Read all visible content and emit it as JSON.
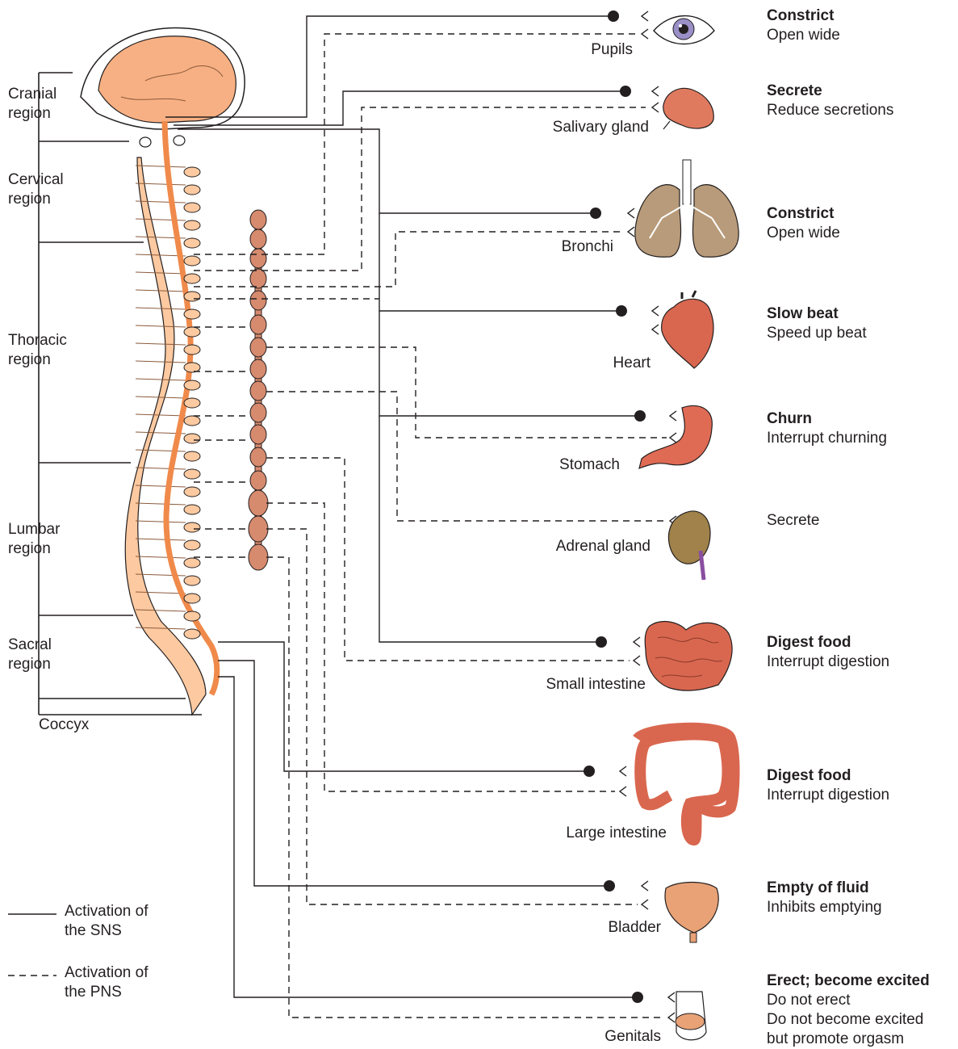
{
  "regions": {
    "cranial": [
      "Cranial",
      "region"
    ],
    "cervical": [
      "Cervical",
      "region"
    ],
    "thoracic": [
      "Thoracic",
      "region"
    ],
    "lumbar": [
      "Lumbar",
      "region"
    ],
    "sacral": [
      "Sacral",
      "region"
    ],
    "coccyx": "Coccyx"
  },
  "organs": {
    "pupils": {
      "name": "Pupils",
      "sns": "Constrict",
      "pns": [
        "Open wide"
      ]
    },
    "salivary": {
      "name": "Salivary gland",
      "sns": "Secrete",
      "pns": [
        "Reduce secretions"
      ]
    },
    "bronchi": {
      "name": "Bronchi",
      "sns": "Constrict",
      "pns": [
        "Open wide"
      ]
    },
    "heart": {
      "name": "Heart",
      "sns": "Slow beat",
      "pns": [
        "Speed up beat"
      ]
    },
    "stomach": {
      "name": "Stomach",
      "sns": "Churn",
      "pns": [
        "Interrupt churning"
      ]
    },
    "adrenal": {
      "name": "Adrenal gland",
      "sns": "",
      "pns": [
        "Secrete"
      ]
    },
    "small_intestine": {
      "name": "Small intestine",
      "sns": "Digest food",
      "pns": [
        "Interrupt digestion"
      ]
    },
    "large_intestine": {
      "name": "Large intestine",
      "sns": "Digest food",
      "pns": [
        "Interrupt digestion"
      ]
    },
    "bladder": {
      "name": "Bladder",
      "sns": "Empty of fluid",
      "pns": [
        "Inhibits emptying"
      ]
    },
    "genitals": {
      "name": "Genitals",
      "sns": "Erect; become excited",
      "pns": [
        "Do not erect",
        "Do not become excited",
        "but promote orgasm"
      ]
    }
  },
  "legend": {
    "solid": [
      "Activation of",
      "the SNS"
    ],
    "dashed": [
      "Activation of",
      "the PNS"
    ]
  },
  "colors": {
    "brain": "#f7b083",
    "spinal_cord": "#f08a4b",
    "vertebra": "#fcc9a0",
    "ganglion": "#d68a6e",
    "organ_red": "#d9674f",
    "line": "#231f20"
  }
}
